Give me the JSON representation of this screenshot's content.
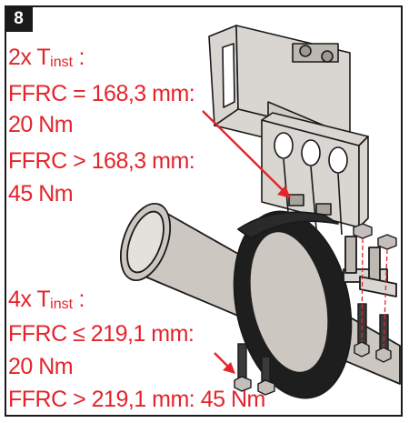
{
  "step": {
    "number": "8"
  },
  "block_top": {
    "count": "2x T",
    "sub": "inst",
    "colon": " :",
    "line2": "FFRC = 168,3 mm:",
    "line3": "20 Nm",
    "line4": "FFRC > 168,3 mm:",
    "line5": "45 Nm"
  },
  "block_bottom": {
    "count": "4x T",
    "sub": "inst",
    "colon": " :",
    "line2": "FFRC ≤ 219,1 mm:",
    "line3": "20 Nm",
    "line4": "FFRC > 219,1 mm: 45 Nm"
  },
  "colors": {
    "accent": "#e3242b",
    "frame": "#1a1a1a",
    "pipe": "#ccc7c1",
    "bracket": "#d9d6d2"
  }
}
